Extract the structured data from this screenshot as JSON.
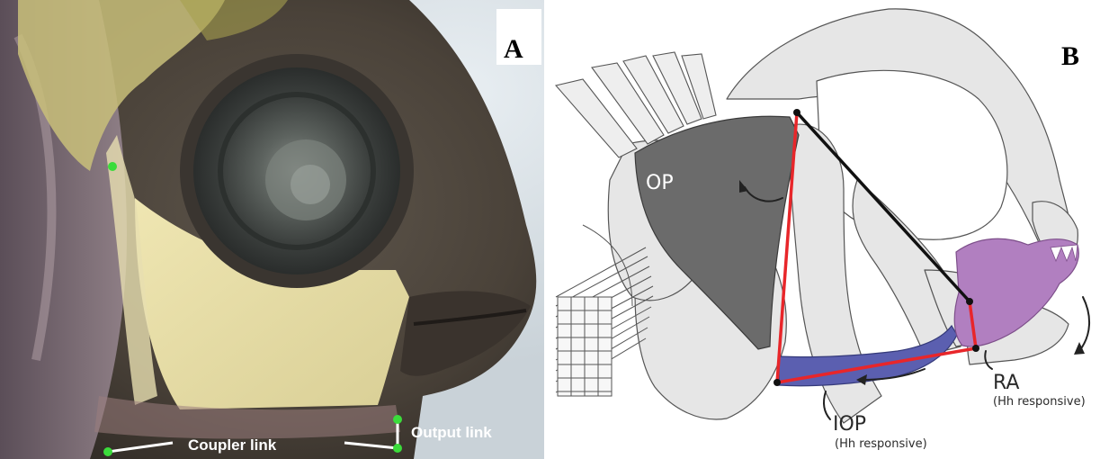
{
  "panel_a": {
    "letter": "A",
    "coupler_link_label": "Coupler link",
    "output_link_label": "Output link",
    "colors": {
      "landmark": "#3bdc3b",
      "link_line": "#ffffff"
    }
  },
  "panel_b": {
    "letter": "B",
    "op_label": "OP",
    "iop_label": "IOP",
    "iop_sublabel": "(Hh responsive)",
    "ra_label": "RA",
    "ra_sublabel": "(Hh responsive)",
    "colors": {
      "op_fill": "#6b6b6b",
      "iop_fill": "#5b5fb0",
      "ra_fill": "#b17fc0",
      "linkage_red": "#e8262a",
      "linkage_black": "#111111",
      "bone_fill": "#e6e6e6"
    }
  }
}
